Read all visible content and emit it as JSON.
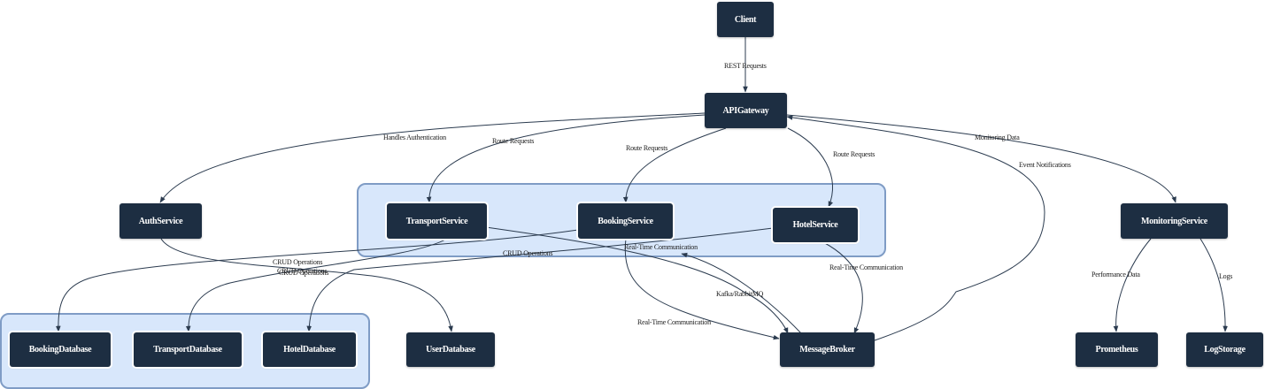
{
  "nodes": {
    "client": "Client",
    "api_gateway": "APIGateway",
    "auth_service": "AuthService",
    "transport_service": "TransportService",
    "booking_service": "BookingService",
    "hotel_service": "HotelService",
    "monitoring_service": "MonitoringService",
    "booking_database": "BookingDatabase",
    "transport_database": "TransportDatabase",
    "hotel_database": "HotelDatabase",
    "user_database": "UserDatabase",
    "message_broker": "MessageBroker",
    "prometheus": "Prometheus",
    "log_storage": "LogStorage"
  },
  "edges": {
    "client_to_gateway": "REST Requests",
    "gateway_to_auth": "Handles Authentication",
    "gateway_to_transport": "Route Requests",
    "gateway_to_booking": "Route Requests",
    "gateway_to_hotel": "Route Requests",
    "gateway_to_monitoring": "Monitoring Data",
    "broker_to_gateway": "Event Notifications",
    "booking_to_bookingdb": "CRUD Operations",
    "transport_to_transportdb": "CRUD Operations",
    "auth_to_userdb": "CRUD Operations",
    "hotel_to_hoteldb": "CRUD Operations",
    "transport_to_broker": "Real-Time Communication",
    "hotel_to_broker": "Real-Time Communication",
    "booking_to_broker": "Real-Time Communication",
    "broker_to_booking": "Kafka/RabbitMQ",
    "monitoring_to_prometheus": "Performance Data",
    "monitoring_to_logs": "Logs"
  },
  "colors": {
    "node_fill": "#1d2e42",
    "node_text": "#ffffff",
    "group_fill": "#d8e7fb",
    "group_border": "#7f9cc5",
    "edge": "#2b3b4f"
  }
}
